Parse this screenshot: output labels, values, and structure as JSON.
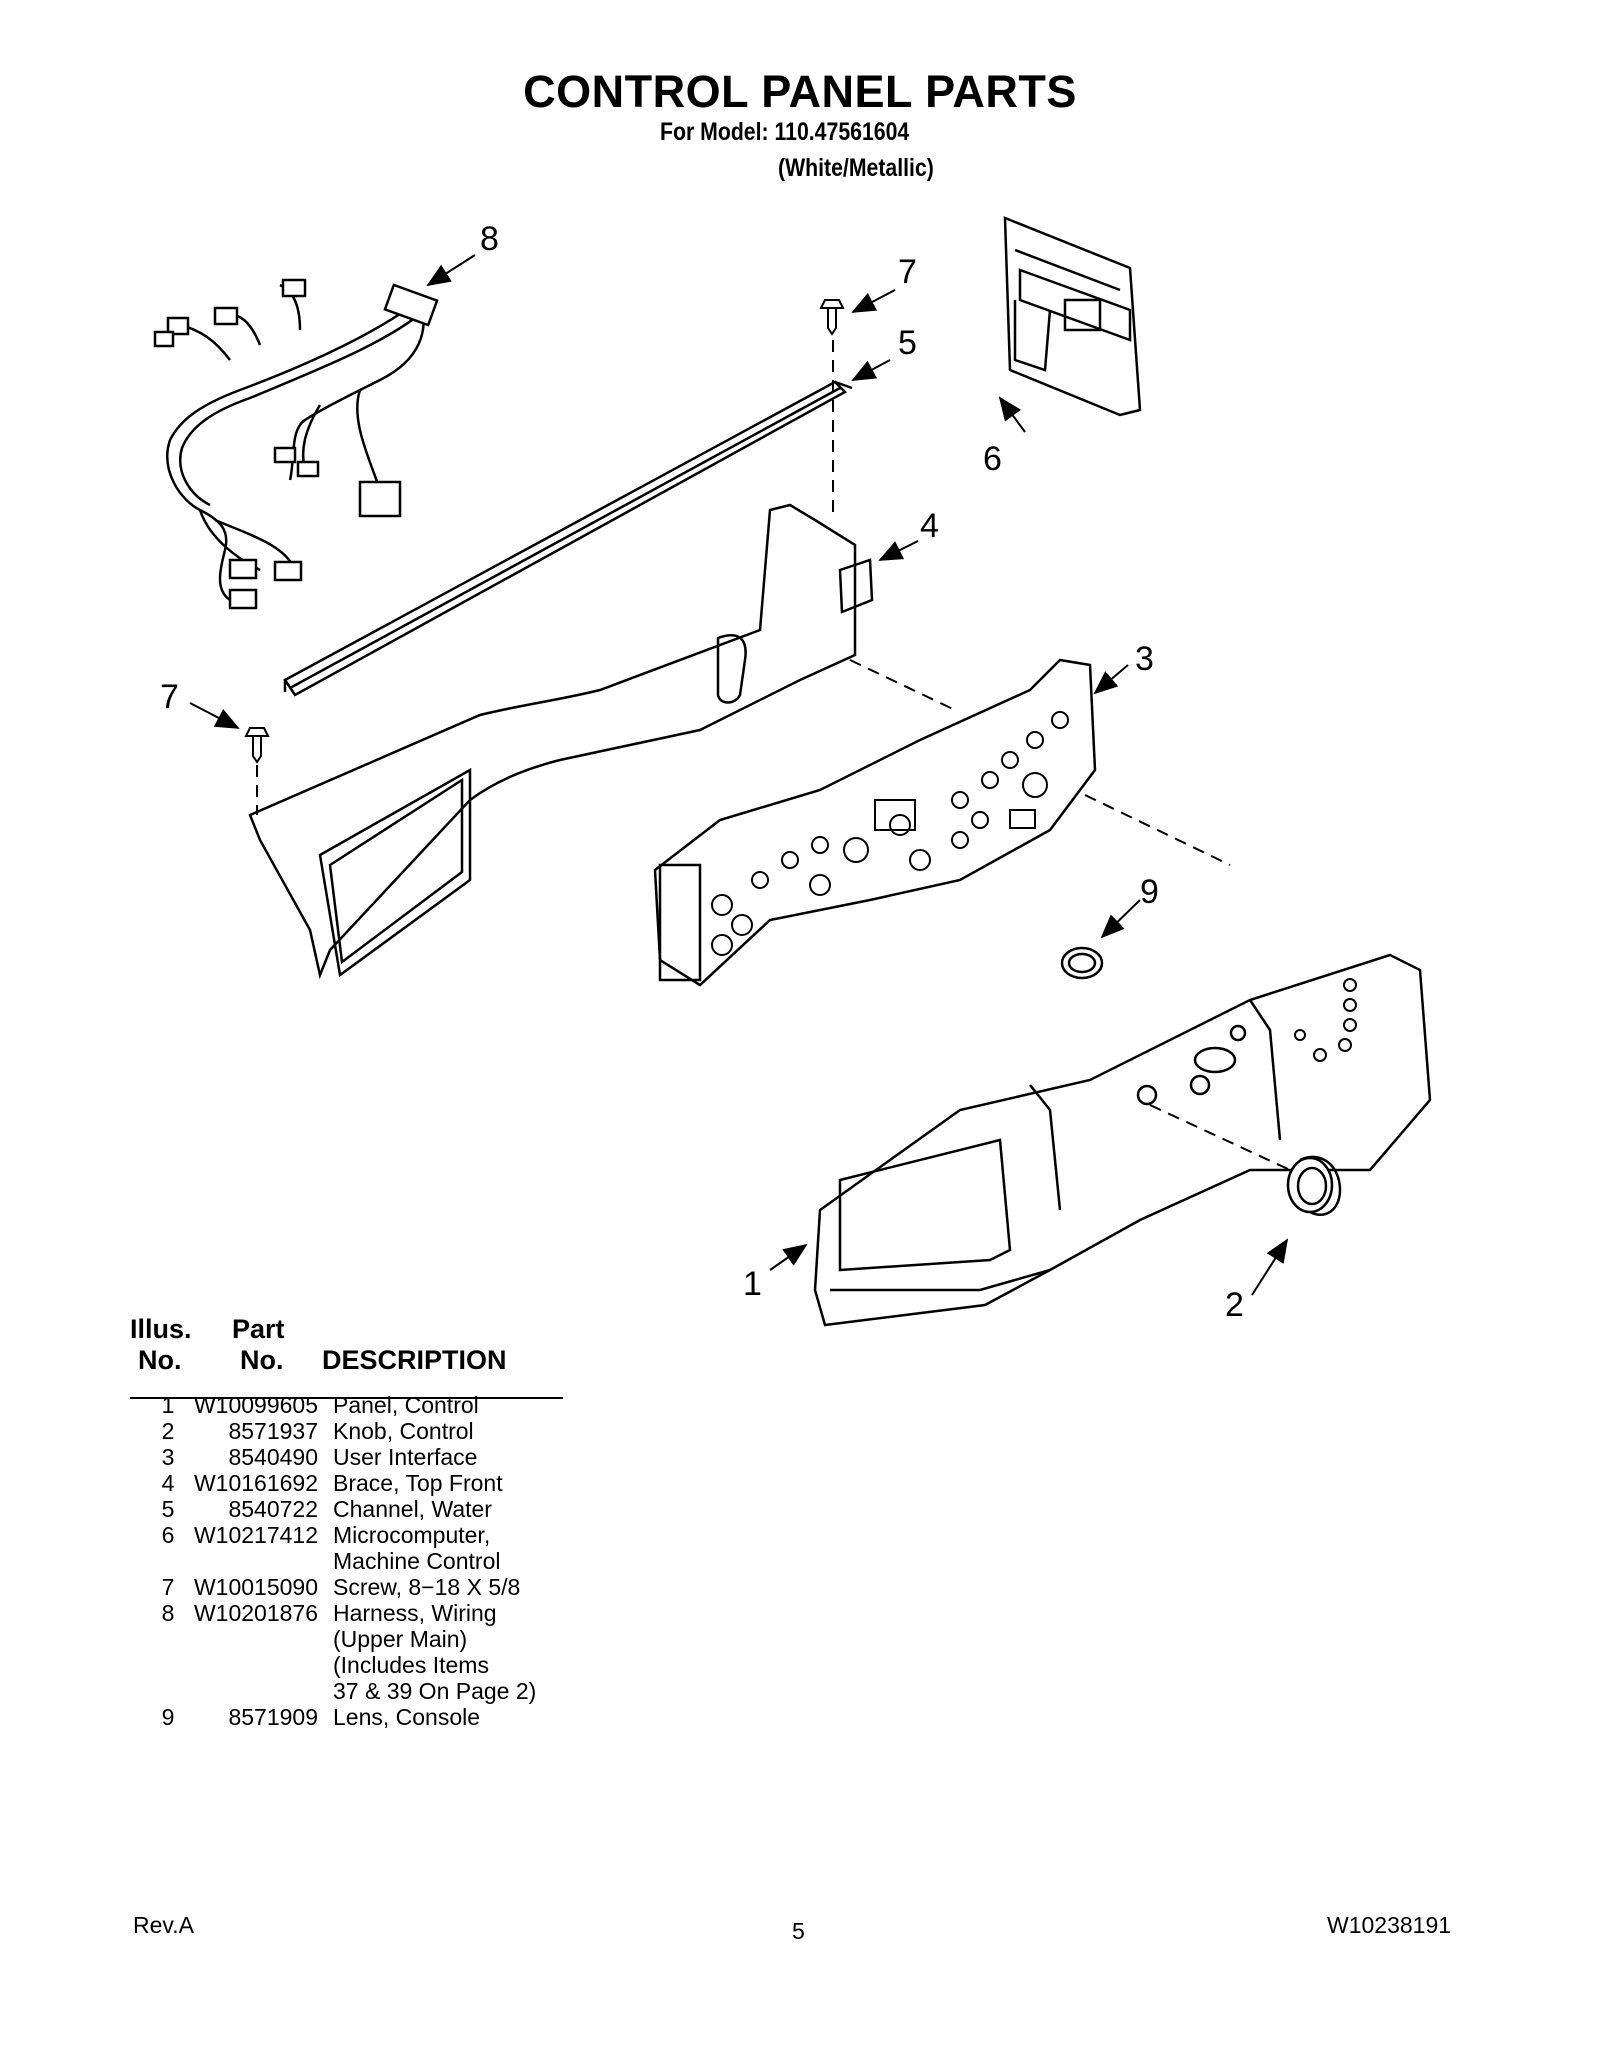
{
  "title": "CONTROL PANEL PARTS",
  "model_line": "For Model: 110.47561604",
  "color_line": "(White/Metallic)",
  "callouts": [
    "1",
    "2",
    "3",
    "4",
    "5",
    "6",
    "7",
    "7",
    "8",
    "9"
  ],
  "table": {
    "header_illus_1": "Illus.",
    "header_illus_2": "No.",
    "header_part_1": "Part",
    "header_part_2": "No.",
    "header_desc": "DESCRIPTION",
    "rows": [
      {
        "illus": "1",
        "part": "W10099605",
        "desc": [
          "Panel, Control"
        ]
      },
      {
        "illus": "2",
        "part": "8571937",
        "desc": [
          "Knob, Control"
        ]
      },
      {
        "illus": "3",
        "part": "8540490",
        "desc": [
          "User Interface"
        ]
      },
      {
        "illus": "4",
        "part": "W10161692",
        "desc": [
          "Brace, Top Front"
        ]
      },
      {
        "illus": "5",
        "part": "8540722",
        "desc": [
          "Channel, Water"
        ]
      },
      {
        "illus": "6",
        "part": "W10217412",
        "desc": [
          "Microcomputer,",
          "Machine Control"
        ]
      },
      {
        "illus": "7",
        "part": "W10015090",
        "desc": [
          "Screw, 8−18 X 5/8"
        ]
      },
      {
        "illus": "8",
        "part": "W10201876",
        "desc": [
          "Harness, Wiring",
          "(Upper Main)",
          "(Includes Items",
          "37 & 39 On Page 2)"
        ]
      },
      {
        "illus": "9",
        "part": "8571909",
        "desc": [
          "Lens, Console"
        ]
      }
    ]
  },
  "footer": {
    "rev": "Rev.A",
    "page": "5",
    "doc_no": "W10238191"
  }
}
